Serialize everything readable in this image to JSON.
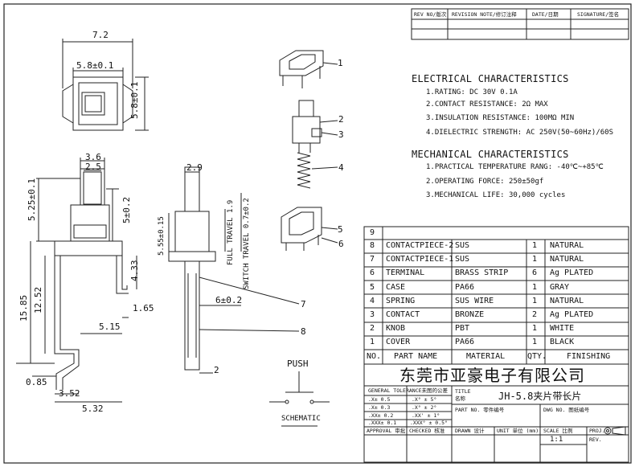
{
  "revision_table": {
    "headers": [
      "REV NO/版次",
      "REVISION NOTE/修订注释",
      "DATE/日期",
      "SIGNATURE/签名"
    ]
  },
  "electrical": {
    "title": "ELECTRICAL CHARACTERISTICS",
    "items": [
      "1.RATING: DC 30V 0.1A",
      "2.CONTACT RESISTANCE: 2Ω MAX",
      "3.INSULATION RESISTANCE: 100MΩ MIN",
      "4.DIELECTRIC STRENGTH: AC 250V(50~60Hz)/60S"
    ]
  },
  "mechanical": {
    "title": "MECHANICAL CHARACTERISTICS",
    "items": [
      "1.PRACTICAL TEMPERATURE RANG: -40℃~+85℃",
      "2.OPERATING FORCE: 250±50gf",
      "3.MECHANICAL LIFE: 30,000 cycles"
    ]
  },
  "bom": {
    "empty_row_no": "9",
    "rows": [
      {
        "no": "8",
        "part": "CONTACTPIECE-2",
        "material": "SUS",
        "qty": "1",
        "finish": "NATURAL"
      },
      {
        "no": "7",
        "part": "CONTACTPIECE-1",
        "material": "SUS",
        "qty": "1",
        "finish": "NATURAL"
      },
      {
        "no": "6",
        "part": "TERMINAL",
        "material": "BRASS STRIP",
        "qty": "6",
        "finish": "Ag PLATED"
      },
      {
        "no": "5",
        "part": "CASE",
        "material": "PA66",
        "qty": "1",
        "finish": "GRAY"
      },
      {
        "no": "4",
        "part": "SPRING",
        "material": "SUS WIRE",
        "qty": "1",
        "finish": "NATURAL"
      },
      {
        "no": "3",
        "part": "CONTACT",
        "material": "BRONZE",
        "qty": "2",
        "finish": "Ag PLATED"
      },
      {
        "no": "2",
        "part": "KNOB",
        "material": "PBT",
        "qty": "1",
        "finish": "WHITE"
      },
      {
        "no": "1",
        "part": "COVER",
        "material": "PA66",
        "qty": "1",
        "finish": "BLACK"
      }
    ],
    "header": {
      "no": "NO.",
      "part": "PART NAME",
      "material": "MATERIAL",
      "qty": "QTY.",
      "finish": "FINISHING"
    }
  },
  "title_block": {
    "company": "东莞市亚豪电子有限公司",
    "tolerance_title": "GENERAL TOLERANCE未图的公差",
    "tolerances": [
      [
        ".X± 0.5",
        ".X° ± 5°"
      ],
      [
        ".X± 0.3",
        ".X° ± 2°"
      ],
      [
        ".XX± 0.2",
        ".XX' ± 1°"
      ],
      [
        ".XXX± 0.1",
        ".XXX° ± 0.5°"
      ]
    ],
    "title_label": "TITLE",
    "title_label_cn": "名称",
    "title_value": "JH-5.8夹片带长片",
    "part_no_label": "PART NO. 零件编号",
    "dwg_no_label": "DWG NO. 图纸编号",
    "approval_label": "APPROVAL 审批",
    "checked_label": "CHECKED 核准",
    "drawn_label": "DRAWN 设计",
    "unit_label": "UNIT 单位 (mm)",
    "scale_label": "SCALE 比例",
    "scale_value": "1:1",
    "proj_label": "PROJ.",
    "rev_label": "REV."
  },
  "dimensions": {
    "top_width": "7.2",
    "top_inner": "5.8±0.1",
    "top_side": "5.8±0.1",
    "front_top": "3.6",
    "front_knob": "2.5",
    "front_height": "5.25±0.1",
    "front_right": "5±0.2",
    "front_pin1": "15.85",
    "front_pin2": "12.52",
    "front_pin3": "4.33",
    "front_pin4": "1.65",
    "front_pin5": "5.15",
    "front_bot1": "0.85",
    "front_bot2": "3.52",
    "front_bot3": "5.32",
    "side_top": "2.9",
    "side_h": "5.55±0.15",
    "side_travel_full": "FULL TRAVEL 1.9",
    "side_travel_sw": "SWITCH TRAVEL 0.7±0.2",
    "side_pin": "6±0.2",
    "side_bot": "2"
  },
  "callouts": [
    "1",
    "2",
    "3",
    "4",
    "5",
    "6",
    "7",
    "8"
  ],
  "schematic": {
    "push": "PUSH",
    "label": "SCHEMATIC"
  }
}
